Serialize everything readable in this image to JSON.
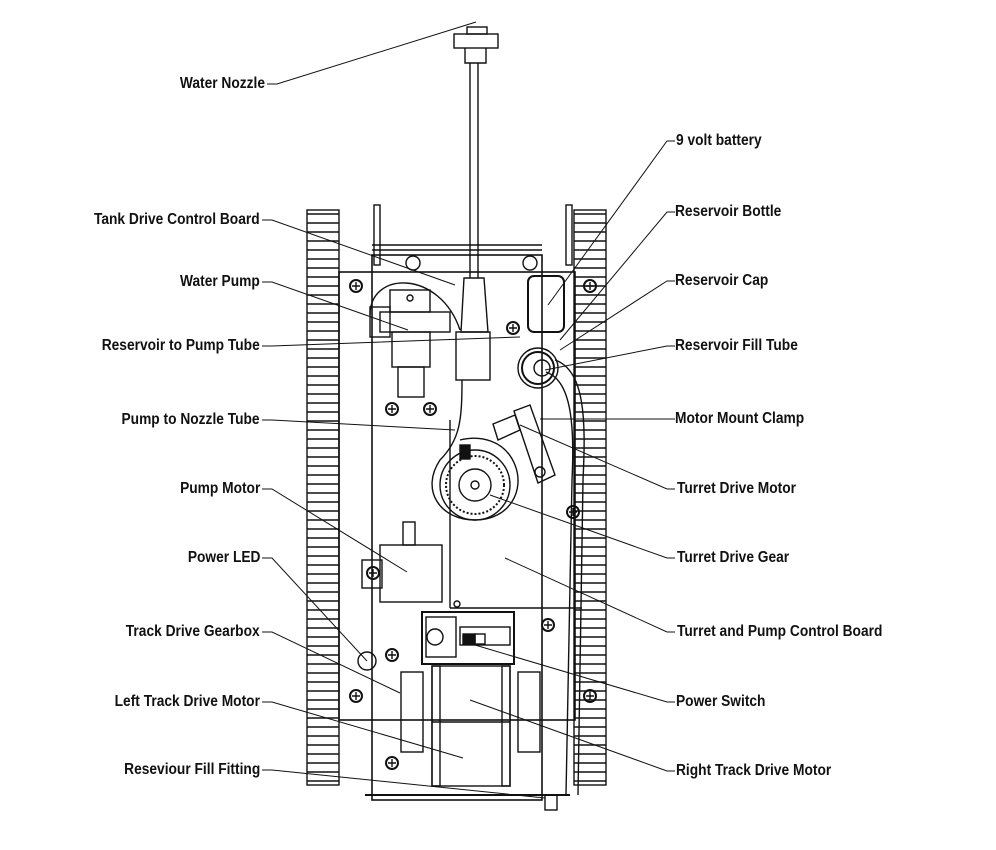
{
  "title": "Water Tank internal components diagram",
  "colors": {
    "line": "#111111",
    "background": "#ffffff"
  },
  "labels": {
    "left": [
      {
        "id": "water-nozzle",
        "text": "Water Nozzle"
      },
      {
        "id": "tank-drive-control-board",
        "text": "Tank Drive Control Board"
      },
      {
        "id": "water-pump",
        "text": "Water Pump"
      },
      {
        "id": "reservoir-to-pump-tube",
        "text": "Reservoir to Pump Tube"
      },
      {
        "id": "pump-to-nozzle-tube",
        "text": "Pump to Nozzle Tube"
      },
      {
        "id": "pump-motor",
        "text": "Pump Motor"
      },
      {
        "id": "power-led",
        "text": "Power LED"
      },
      {
        "id": "track-drive-gearbox",
        "text": "Track Drive Gearbox"
      },
      {
        "id": "left-track-drive-motor",
        "text": "Left Track Drive Motor"
      },
      {
        "id": "reseviour-fill-fitting",
        "text": "Reseviour Fill Fitting"
      }
    ],
    "right": [
      {
        "id": "9-volt-battery",
        "text": "9 volt battery"
      },
      {
        "id": "reservoir-bottle",
        "text": "Reservoir Bottle"
      },
      {
        "id": "reservoir-cap",
        "text": "Reservoir Cap"
      },
      {
        "id": "reservoir-fill-tube",
        "text": "Reservoir Fill Tube"
      },
      {
        "id": "motor-mount-clamp",
        "text": "Motor Mount Clamp"
      },
      {
        "id": "turret-drive-motor",
        "text": "Turret Drive Motor"
      },
      {
        "id": "turret-drive-gear",
        "text": "Turret Drive Gear"
      },
      {
        "id": "turret-and-pump-control-board",
        "text": "Turret and Pump Control Board"
      },
      {
        "id": "power-switch",
        "text": "Power Switch"
      },
      {
        "id": "right-track-drive-motor",
        "text": "Right Track Drive Motor"
      }
    ]
  }
}
